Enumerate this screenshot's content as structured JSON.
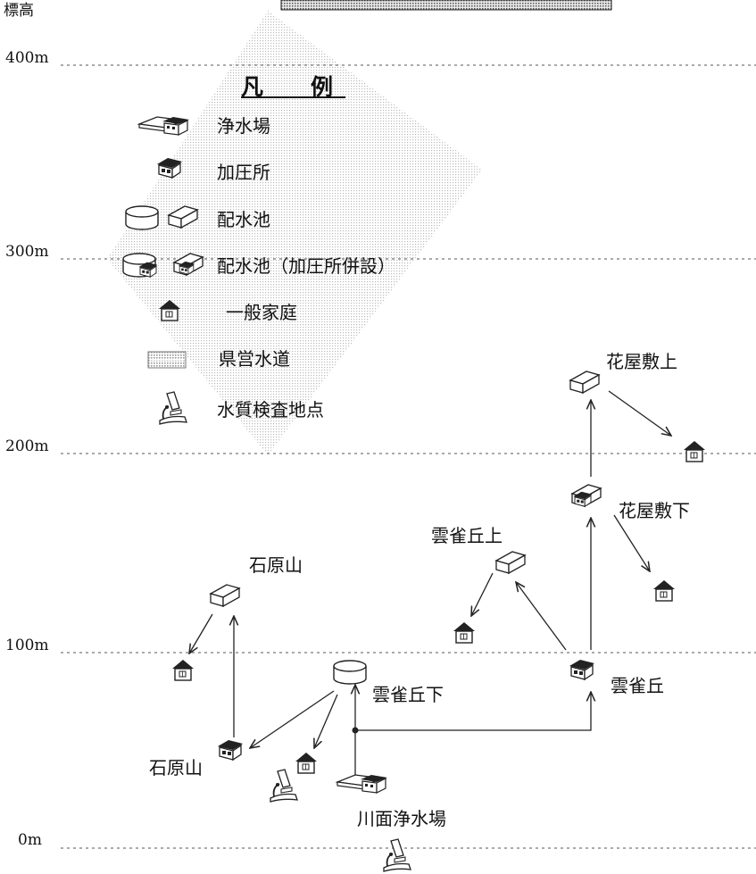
{
  "axis": {
    "title": "標高",
    "ticks": [
      "400m",
      "300m",
      "200m",
      "100m",
      "0m"
    ]
  },
  "legend": {
    "title": "凡　例",
    "items": [
      {
        "label": "浄水場",
        "icon": "purification-plant-icon"
      },
      {
        "label": "加圧所",
        "icon": "booster-station-icon"
      },
      {
        "label": "配水池",
        "icon": "reservoir-icon"
      },
      {
        "label": "配水池（加圧所併設）",
        "icon": "reservoir-with-booster-icon"
      },
      {
        "label": "一般家庭",
        "icon": "house-icon"
      },
      {
        "label": "県営水道",
        "icon": "prefectural-water-icon"
      },
      {
        "label": "水質検査地点",
        "icon": "microscope-icon"
      }
    ]
  },
  "nodes": {
    "hanayashiki_kami": "花屋敷上",
    "hanayashiki_shimo": "花屋敷下",
    "hibarigaoka_kami": "雲雀丘上",
    "hibarigaoka_shimo": "雲雀丘下",
    "hibarigaoka": "雲雀丘",
    "ishiharayama_top": "石原山",
    "ishiharayama_bottom": "石原山",
    "kawaomo_plant": "川面浄水場"
  },
  "colors": {
    "line": "#222222",
    "gridline": "#555555",
    "legend_pattern": "#9a9a9a"
  }
}
